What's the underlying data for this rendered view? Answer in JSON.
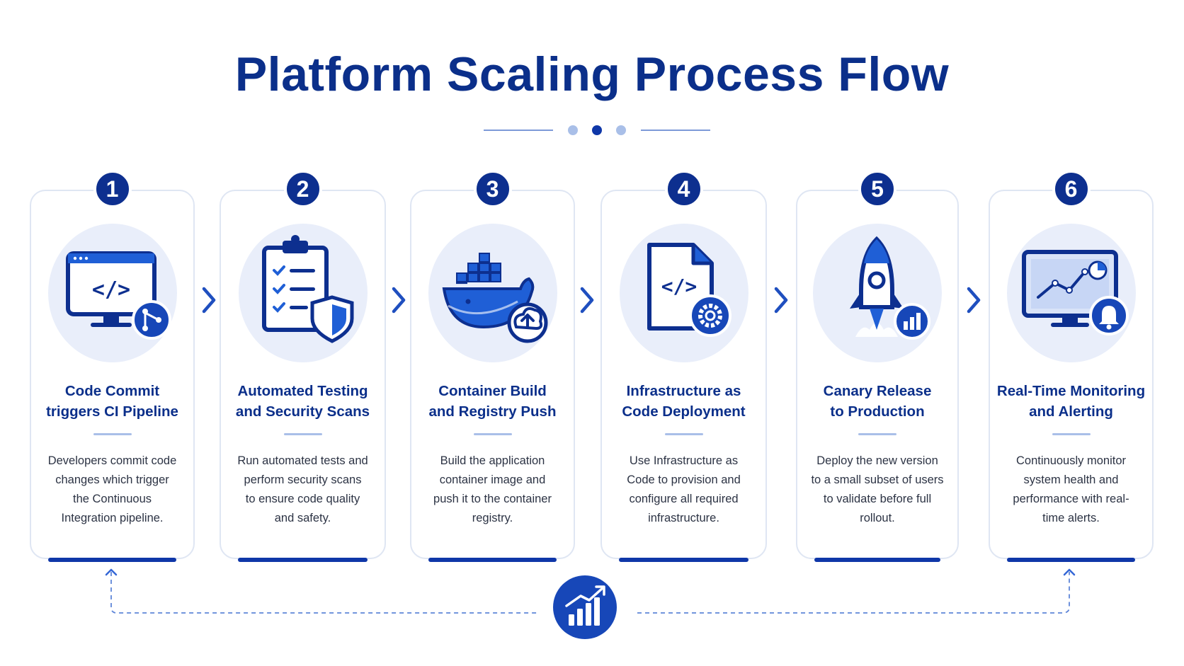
{
  "title": "Platform Scaling Process Flow",
  "colors": {
    "primary": "#0b2f8a",
    "accent": "#1f5fd6",
    "card_border": "#dfe6f3",
    "icon_bg": "#e9eefa"
  },
  "steps": [
    {
      "number": "1",
      "icon": "code-monitor-icon",
      "badge": "git-branch-icon",
      "title_lines": [
        "Code Commit",
        "triggers CI Pipeline"
      ],
      "desc_lines": [
        "Developers commit code",
        "changes which trigger",
        "the Continuous",
        "Integration pipeline."
      ]
    },
    {
      "number": "2",
      "icon": "clipboard-checklist-icon",
      "badge": "shield-icon",
      "title_lines": [
        "Automated Testing",
        "and Security Scans"
      ],
      "desc_lines": [
        "Run automated tests and",
        "perform security scans",
        "to ensure code quality",
        "and safety."
      ]
    },
    {
      "number": "3",
      "icon": "docker-whale-icon",
      "badge": "cloud-upload-icon",
      "title_lines": [
        "Container Build",
        "and Registry Push"
      ],
      "desc_lines": [
        "Build the application",
        "container image and",
        "push it to the container",
        "registry."
      ]
    },
    {
      "number": "4",
      "icon": "code-file-icon",
      "badge": "gear-icon",
      "title_lines": [
        "Infrastructure as",
        "Code Deployment"
      ],
      "desc_lines": [
        "Use Infrastructure as",
        "Code to provision and",
        "configure all required",
        "infrastructure."
      ]
    },
    {
      "number": "5",
      "icon": "rocket-icon",
      "badge": "bar-chart-icon",
      "title_lines": [
        "Canary Release",
        "to Production"
      ],
      "desc_lines": [
        "Deploy the new version",
        "to a small subset of users",
        "to validate before full",
        "rollout."
      ]
    },
    {
      "number": "6",
      "icon": "monitoring-dashboard-icon",
      "badge": "bell-icon",
      "title_lines": [
        "Real-Time Monitoring",
        "and Alerting"
      ],
      "desc_lines": [
        "Continuously monitor",
        "system health and",
        "performance with real-",
        "time alerts."
      ]
    }
  ],
  "loop_icon": "growth-chart-icon"
}
